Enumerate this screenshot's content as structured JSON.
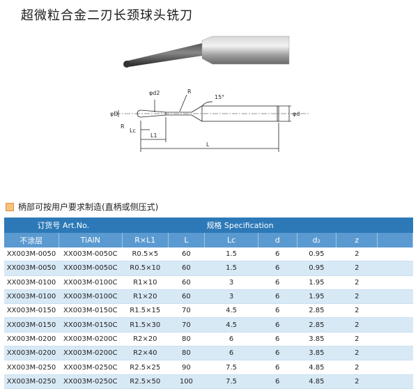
{
  "title": "超微粒合金二刃长颈球头铣刀",
  "drawing": {
    "labels": [
      "15°",
      "R",
      "φd2",
      "φD",
      "R",
      "φd",
      "Lc",
      "L1",
      "L"
    ]
  },
  "note": "柄部可按用户要求制造(直柄或侧压式)",
  "table": {
    "group_left": "订货号  Art.No.",
    "group_right": "规格    Specification",
    "columns": [
      "不涂层",
      "TiAlN",
      "R×L1",
      "L",
      "Lc",
      "d",
      "d₂",
      "z",
      ""
    ],
    "rows": [
      [
        "XX003M-0050",
        "XX003M-0050C",
        "R0.5×5",
        "60",
        "1.5",
        "6",
        "0.95",
        "2",
        ""
      ],
      [
        "XX003M-0050",
        "XX003M-0050C",
        "R0.5×10",
        "60",
        "1.5",
        "6",
        "0.95",
        "2",
        ""
      ],
      [
        "XX003M-0100",
        "XX003M-0100C",
        "R1×10",
        "60",
        "3",
        "6",
        "1.95",
        "2",
        ""
      ],
      [
        "XX003M-0100",
        "XX003M-0100C",
        "R1×20",
        "60",
        "3",
        "6",
        "1.95",
        "2",
        ""
      ],
      [
        "XX003M-0150",
        "XX003M-0150C",
        "R1.5×15",
        "70",
        "4.5",
        "6",
        "2.85",
        "2",
        ""
      ],
      [
        "XX003M-0150",
        "XX003M-0150C",
        "R1.5×30",
        "70",
        "4.5",
        "6",
        "2.85",
        "2",
        ""
      ],
      [
        "XX003M-0200",
        "XX003M-0200C",
        "R2×20",
        "80",
        "6",
        "6",
        "3.85",
        "2",
        ""
      ],
      [
        "XX003M-0200",
        "XX003M-0200C",
        "R2×40",
        "80",
        "6",
        "6",
        "3.85",
        "2",
        ""
      ],
      [
        "XX003M-0250",
        "XX003M-0250C",
        "R2.5×25",
        "90",
        "7.5",
        "6",
        "4.85",
        "2",
        ""
      ],
      [
        "XX003M-0250",
        "XX003M-0250C",
        "R2.5×50",
        "100",
        "7.5",
        "6",
        "4.85",
        "2",
        ""
      ]
    ]
  }
}
